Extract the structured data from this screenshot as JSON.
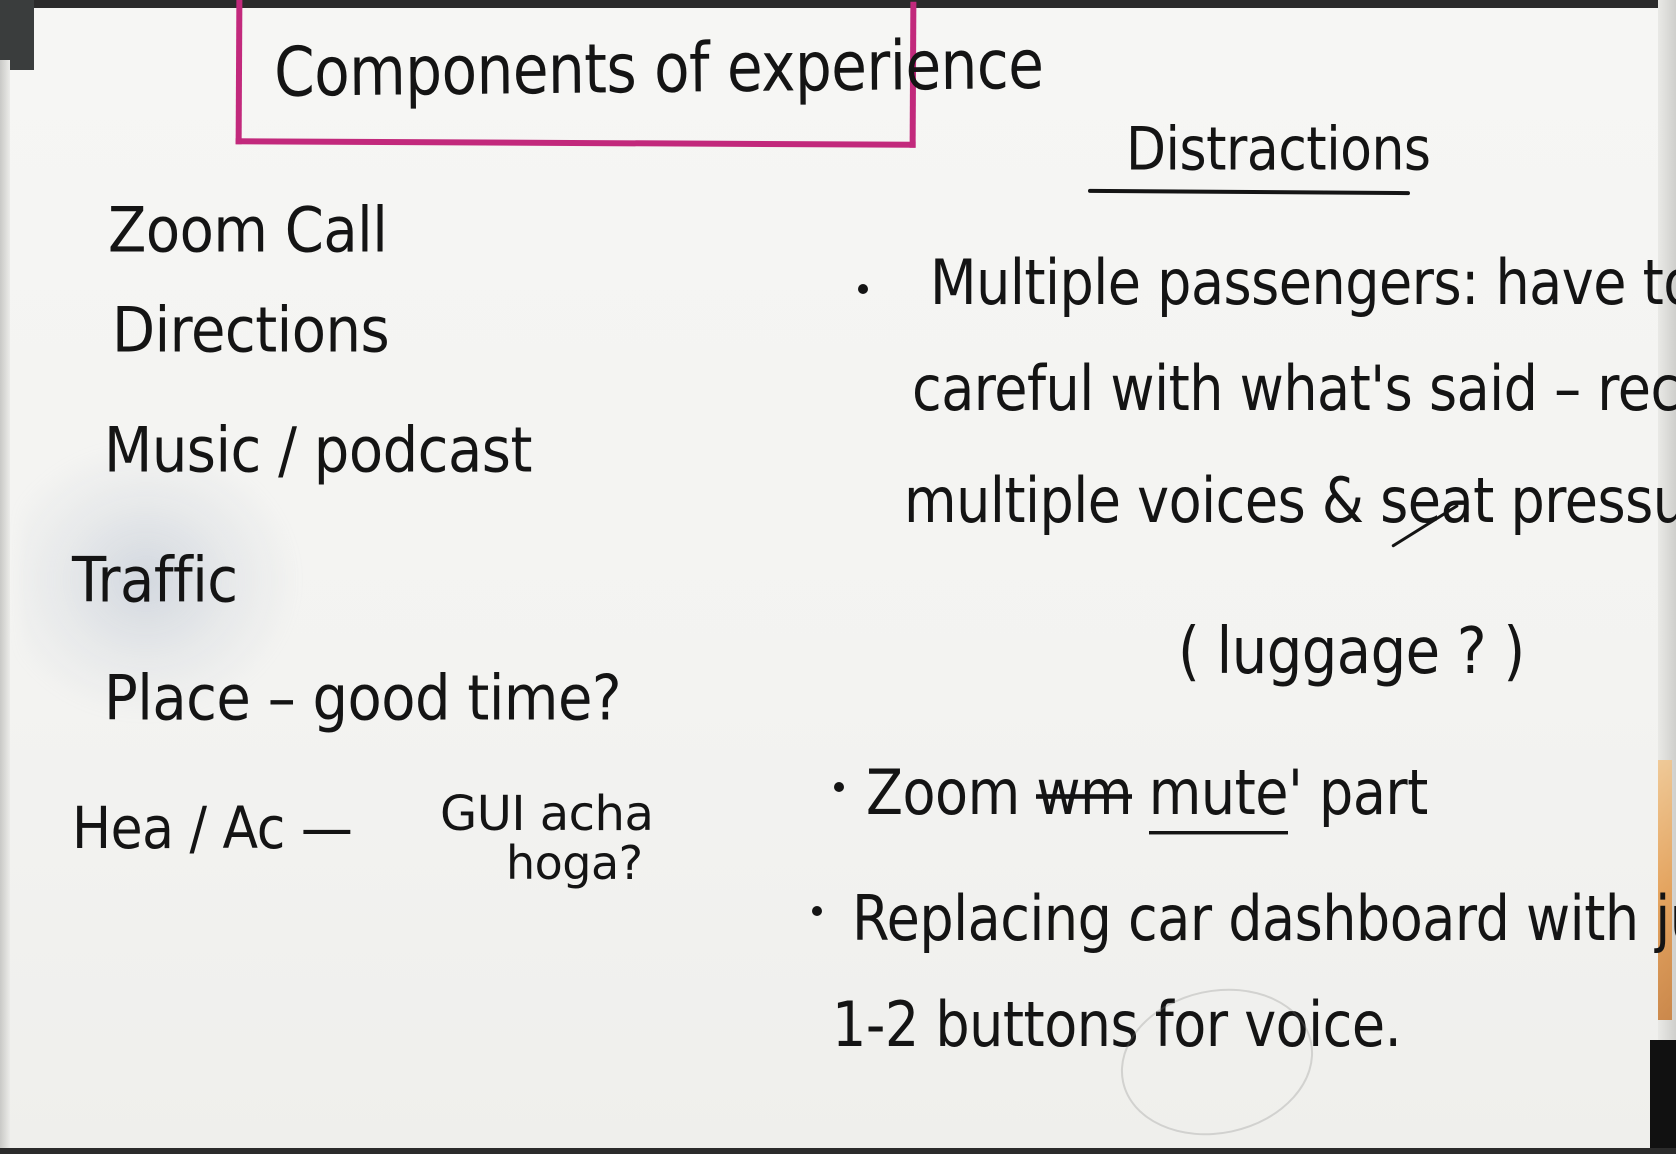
{
  "title": "Components of experience",
  "left_column": {
    "items": [
      "Zoom Call",
      "Directions",
      "Music / podcast",
      "Traffic",
      "Place – good time?",
      "Hea / Ac —"
    ],
    "gui_note_line1": "GUI acha",
    "gui_note_line2": "hoga?"
  },
  "distractions": {
    "heading": "Distractions",
    "bullet1": {
      "line1": "Multiple passengers: have to b",
      "line2": "careful with what's said – recog",
      "line3": "multiple voices & seat pressure",
      "aside": "( luggage ? )"
    },
    "bullet2": {
      "prefix": "Zoom",
      "struck": "wm",
      "underlined": "mute",
      "suffix": "' part"
    },
    "bullet3": {
      "line1": "Replacing car dashboard with just",
      "line2": "1-2 buttons for voice."
    }
  },
  "colors": {
    "ink": "#141414",
    "title_box": "#c2297c",
    "board": "#f4f4f2"
  }
}
